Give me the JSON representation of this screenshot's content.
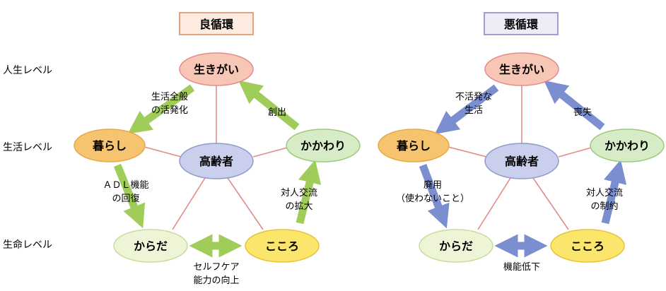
{
  "levels": {
    "life_purpose": "人生レベル",
    "living": "生活レベル",
    "life": "生命レベル"
  },
  "good_cycle": {
    "title": "良循環",
    "nodes": {
      "ikigai": "生きがい",
      "kurashi": "暮らし",
      "koureisha": "高齢者",
      "kakawari": "かかわり",
      "karada": "からだ",
      "kokoro": "こころ"
    },
    "labels": {
      "ikigai_to_kurashi_1": "生活全般",
      "ikigai_to_kurashi_2": "の活発化",
      "kakawari_to_ikigai": "創出",
      "kurashi_to_karada_1": "ＡＤＬ機能",
      "kurashi_to_karada_2": "の回復",
      "kokoro_to_kakawari_1": "対人交流",
      "kokoro_to_kakawari_2": "の拡大",
      "karada_kokoro_1": "セルフケア",
      "karada_kokoro_2": "能力の向上"
    }
  },
  "bad_cycle": {
    "title": "悪循環",
    "nodes": {
      "ikigai": "生きがい",
      "kurashi": "暮らし",
      "koureisha": "高齢者",
      "kakawari": "かかわり",
      "karada": "からだ",
      "kokoro": "こころ"
    },
    "labels": {
      "ikigai_to_kurashi_1": "不活発な",
      "ikigai_to_kurashi_2": "生活",
      "kakawari_to_ikigai": "喪失",
      "kurashi_to_karada_1": "廃用",
      "kurashi_to_karada_2": "（使わないこと）",
      "kokoro_to_kakawari_1": "対人交流",
      "kokoro_to_kakawari_2": "の制約",
      "karada_kokoro": "機能低下"
    }
  },
  "colors": {
    "good_arrow": "#a0cc5a",
    "bad_arrow": "#7b8fd0",
    "ikigai_fill": "#f7c6b4",
    "kurashi_fill": "#f6c46e",
    "koureisha_fill": "#c9cfec",
    "kakawari_fill": "#d6ecc6",
    "karada_fill": "#eef5d6",
    "kokoro_fill": "#fbe56a",
    "spoke": "#e58a8a"
  }
}
